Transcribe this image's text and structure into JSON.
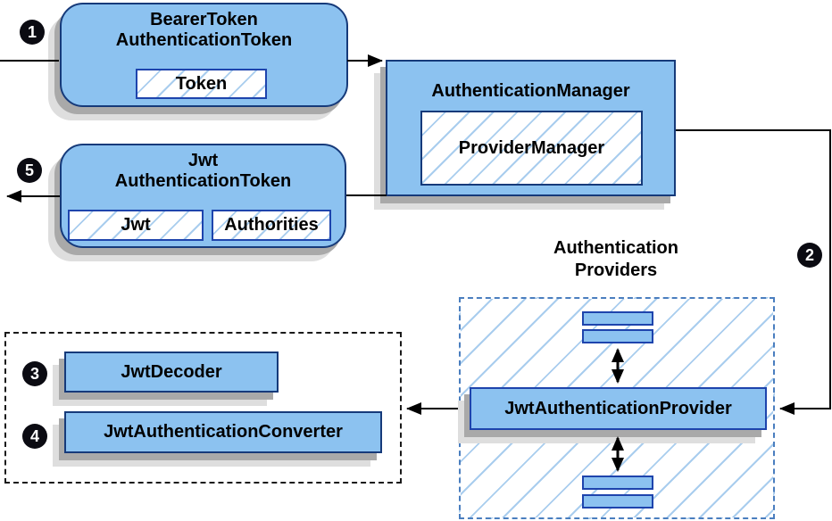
{
  "colors": {
    "box_fill": "#8cc2f0",
    "box_border": "#163a7a",
    "accent_border": "#1e44ad",
    "hatch_line": "#a9cdee",
    "dashed_blue": "#4a7ebf",
    "dashed_black": "#1a1a1a",
    "shadow_dark": "#a9a9a9",
    "shadow_light": "#dedede",
    "arrow_color": "#000000",
    "text_color": "#000000"
  },
  "badges": {
    "step1": "1",
    "step2": "2",
    "step3": "3",
    "step4": "4",
    "step5": "5"
  },
  "nodes": {
    "bearer_token": {
      "title_line1": "BearerToken",
      "title_line2": "AuthenticationToken",
      "chip": "Token"
    },
    "authentication_manager": {
      "title": "AuthenticationManager",
      "chip": "ProviderManager"
    },
    "jwt_authentication_token": {
      "title_line1": "Jwt",
      "title_line2": "AuthenticationToken",
      "chip1": "Jwt",
      "chip2": "Authorities"
    },
    "authentication_providers": {
      "label_line1": "Authentication",
      "label_line2": "Providers",
      "provider": "JwtAuthenticationProvider"
    },
    "support": {
      "decoder": "JwtDecoder",
      "converter": "JwtAuthenticationConverter"
    }
  }
}
